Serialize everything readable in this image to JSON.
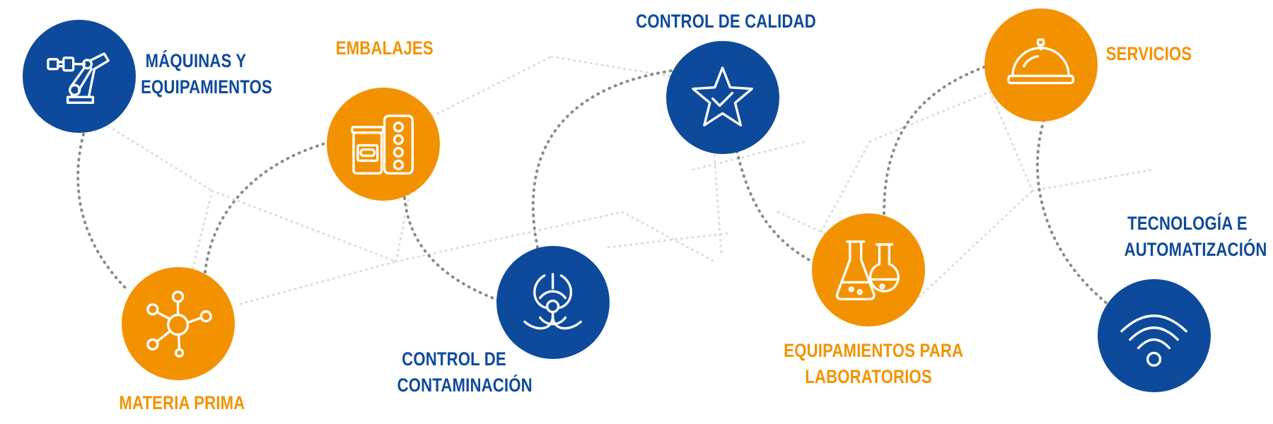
{
  "colors": {
    "blue": "#0D4A9B",
    "orange": "#F39200",
    "dotted_dark": "#8A8A8A",
    "dotted_light": "#DCDCDC"
  },
  "nodes": [
    {
      "id": "maquinas",
      "icon": "robot-arm-icon",
      "color": "blue",
      "label": [
        "MÁQUINAS Y",
        "EQUIPAMIENTOS"
      ],
      "label_color": "blue"
    },
    {
      "id": "materia",
      "icon": "molecule-icon",
      "color": "orange",
      "label": [
        "MATERIA PRIMA"
      ],
      "label_color": "orange"
    },
    {
      "id": "embalajes",
      "icon": "pill-packaging-icon",
      "color": "orange",
      "label": [
        "EMBALAJES"
      ],
      "label_color": "orange"
    },
    {
      "id": "contaminacion",
      "icon": "biohazard-icon",
      "color": "blue",
      "label": [
        "CONTROL DE",
        "CONTAMINACIÓN"
      ],
      "label_color": "blue"
    },
    {
      "id": "calidad",
      "icon": "star-check-icon",
      "color": "blue",
      "label": [
        "CONTROL DE CALIDAD"
      ],
      "label_color": "blue"
    },
    {
      "id": "laboratorios",
      "icon": "lab-flasks-icon",
      "color": "orange",
      "label": [
        "EQUIPAMIENTOS PARA",
        "LABORATORIOS"
      ],
      "label_color": "orange"
    },
    {
      "id": "servicios",
      "icon": "cloche-icon",
      "color": "orange",
      "label": [
        "SERVICIOS"
      ],
      "label_color": "orange"
    },
    {
      "id": "tecnologia",
      "icon": "wifi-icon",
      "color": "blue",
      "label": [
        "TECNOLOGÍA E",
        "AUTOMATIZACIÓN"
      ],
      "label_color": "blue"
    }
  ]
}
